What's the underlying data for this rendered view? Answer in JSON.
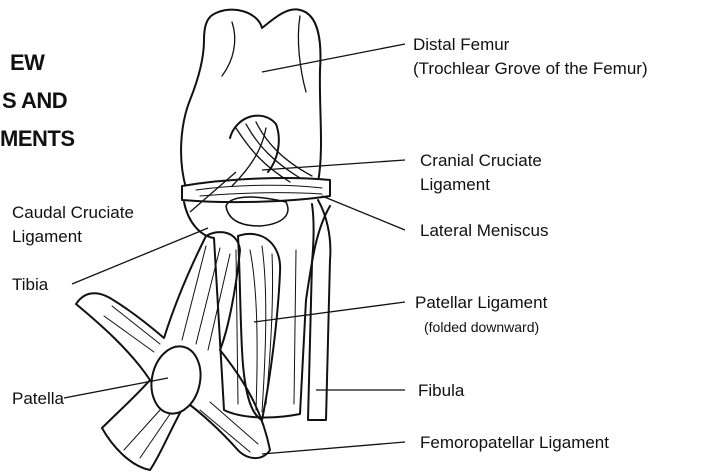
{
  "diagram": {
    "title_lines": [
      "EW",
      "S AND",
      "MENTS"
    ],
    "labels": {
      "distal_femur": [
        "Distal Femur",
        "(Trochlear Grove of the Femur)"
      ],
      "cranial_cruciate": [
        "Cranial Cruciate",
        "Ligament"
      ],
      "caudal_cruciate": [
        "Caudal Cruciate",
        "Ligament"
      ],
      "lateral_meniscus": "Lateral Meniscus",
      "tibia": "Tibia",
      "patellar_ligament": [
        "Patellar Ligament",
        "(folded downward)"
      ],
      "patella": "Patella",
      "fibula": "Fibula",
      "femoropatellar": "Femoropatellar Ligament"
    }
  }
}
